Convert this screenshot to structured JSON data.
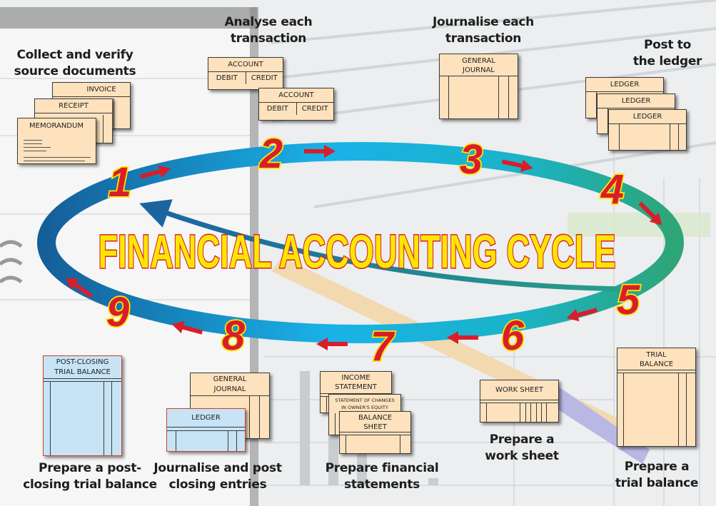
{
  "title": "FINANCIAL ACCOUNTING CYCLE",
  "colors": {
    "number_fill": "#d81e2a",
    "number_outline": "#ffe600",
    "title_fill": "#ffe600",
    "title_outline": "#d81e2a",
    "ring_left": "#1a6aa5",
    "ring_top": "#18b0e6",
    "ring_right": "#2aa57e",
    "document": "#fde2bd",
    "closing_document": "#c6e4f6"
  },
  "steps": [
    {
      "number": "1",
      "caption_line1": "Collect and verify",
      "caption_line2": "source documents",
      "documents": [
        "INVOICE",
        "RECEIPT",
        "MEMORANDUM"
      ]
    },
    {
      "number": "2",
      "caption_line1": "Analyse each",
      "caption_line2": "transaction",
      "documents": [
        {
          "title": "ACCOUNT",
          "debit": "DEBIT",
          "credit": "CREDIT"
        },
        {
          "title": "ACCOUNT",
          "debit": "DEBIT",
          "credit": "CREDIT"
        }
      ]
    },
    {
      "number": "3",
      "caption_line1": "Journalise each",
      "caption_line2": "transaction",
      "documents": [
        "GENERAL JOURNAL"
      ]
    },
    {
      "number": "4",
      "caption_line1": "Post to",
      "caption_line2": "the ledger",
      "documents": [
        "LEDGER",
        "LEDGER",
        "LEDGER"
      ]
    },
    {
      "number": "5",
      "caption_line1": "Prepare a",
      "caption_line2": "trial balance",
      "documents": [
        "TRIAL BALANCE"
      ]
    },
    {
      "number": "6",
      "caption_line1": "Prepare a",
      "caption_line2": "work sheet",
      "documents": [
        "WORK SHEET"
      ]
    },
    {
      "number": "7",
      "caption_line1": "Prepare financial",
      "caption_line2": "statements",
      "documents": [
        "INCOME STATEMENT",
        "STATEMENT OF CHANGES IN OWNER'S EQUITY",
        "BALANCE SHEET"
      ]
    },
    {
      "number": "8",
      "caption_line1": "Journalise and post",
      "caption_line2": "closing entries",
      "documents": [
        "GENERAL JOURNAL",
        "LEDGER"
      ]
    },
    {
      "number": "9",
      "caption_line1": "Prepare a post-",
      "caption_line2": "closing trial balance",
      "documents": [
        "POST-CLOSING TRIAL BALANCE"
      ]
    }
  ]
}
